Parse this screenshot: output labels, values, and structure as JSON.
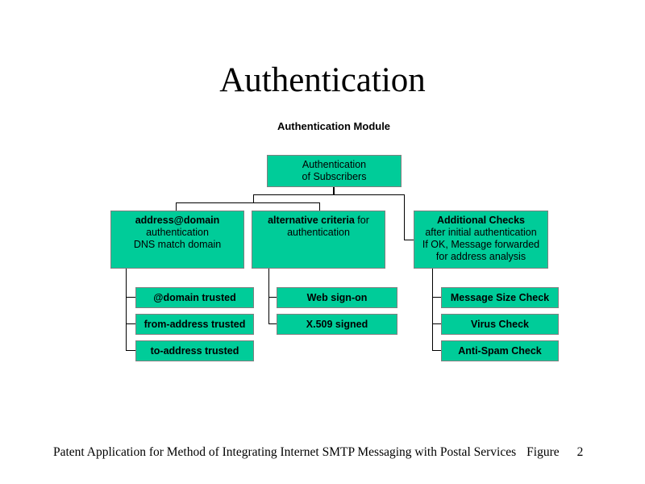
{
  "page_title": "Authentication",
  "subtitle": "Authentication Module",
  "diagram": {
    "root": {
      "line1": "Authentication",
      "line2": "of Subscribers"
    },
    "branches": [
      {
        "title_bold": "address@domain",
        "title_suffix": "",
        "lines": [
          "authentication",
          "DNS match domain"
        ],
        "children": [
          "@domain trusted",
          "from-address trusted",
          "to-address trusted"
        ]
      },
      {
        "title_bold": "alternative criteria",
        "title_suffix": " for",
        "lines": [
          "authentication"
        ],
        "children": [
          "Web sign-on",
          "X.509 signed"
        ]
      },
      {
        "title_bold": "Additional Checks",
        "title_suffix": "",
        "lines": [
          "after initial authentication",
          "If OK, Message forwarded",
          "for address analysis"
        ],
        "children": [
          "Message Size Check",
          "Virus Check",
          "Anti-Spam Check"
        ]
      }
    ]
  },
  "footer": {
    "text": "Patent Application for Method of Integrating Internet SMTP Messaging with Postal Services",
    "figure_label": "Figure",
    "figure_number": "2"
  },
  "colors": {
    "node_fill": "#00CC99",
    "node_border": "#808080",
    "connector": "#000000",
    "background": "#FFFFFF"
  }
}
